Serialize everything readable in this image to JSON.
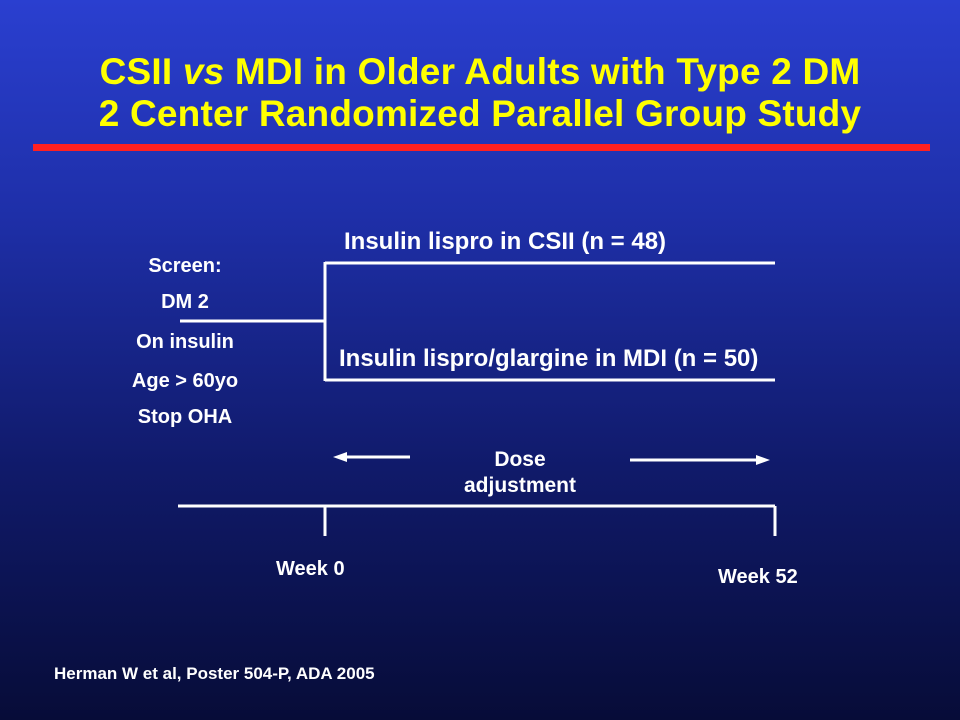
{
  "title": {
    "line1_part1": "CSII ",
    "line1_vs": "vs",
    "line1_part2": " MDI in Older Adults with Type 2 DM",
    "line2": "2 Center Randomized Parallel Group Study"
  },
  "screen": {
    "items": [
      "Screen:",
      "DM 2",
      "On insulin",
      "Age > 60yo",
      "Stop OHA"
    ]
  },
  "arms": {
    "csii": "Insulin lispro in CSII (n = 48)",
    "mdi": "Insulin lispro/glargine in MDI (n = 50)"
  },
  "dose": {
    "line1": "Dose",
    "line2": "adjustment"
  },
  "timeline": {
    "start": "Week 0",
    "end": "Week 52"
  },
  "citation": "Herman W et al, Poster 504-P, ADA 2005",
  "colors": {
    "title": "#ffff00",
    "rule": "#ff2020",
    "text": "#ffffff"
  }
}
